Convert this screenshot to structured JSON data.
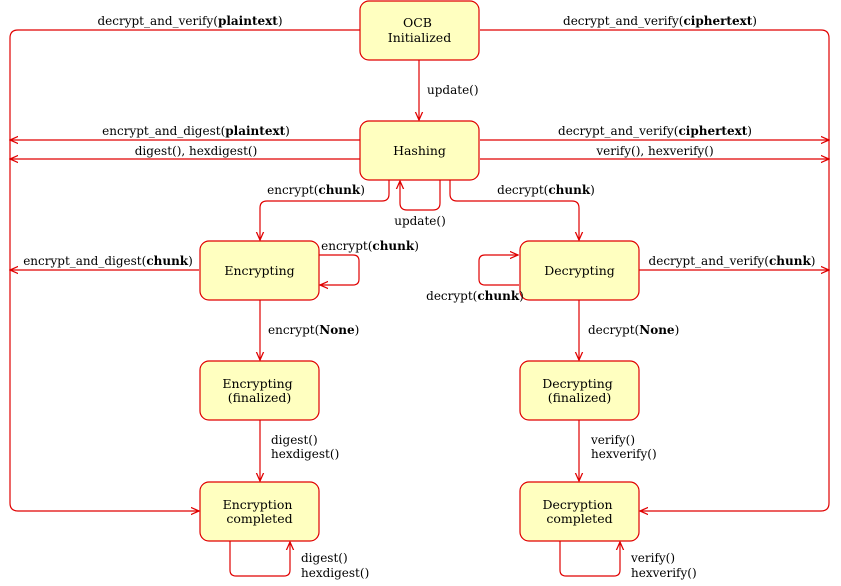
{
  "nodes": {
    "ocb_initialized": [
      "OCB",
      "Initialized"
    ],
    "hashing": [
      "Hashing"
    ],
    "encrypting": [
      "Encrypting"
    ],
    "decrypting": [
      "Decrypting"
    ],
    "encrypting_finalized": [
      "Encrypting",
      "(finalized)"
    ],
    "decrypting_finalized": [
      "Decrypting",
      "(finalized)"
    ],
    "encryption_completed": [
      "Encryption",
      "completed"
    ],
    "decryption_completed": [
      "Decryption",
      "completed"
    ]
  },
  "edges": {
    "top_left": {
      "pre": "decrypt_and_verify(",
      "bold": "plaintext",
      "post": ")"
    },
    "top_right": {
      "pre": "decrypt_and_verify(",
      "bold": "ciphertext",
      "post": ")"
    },
    "init_to_hash": "update()",
    "hash_left_1": {
      "pre": "encrypt_and_digest(",
      "bold": "plaintext",
      "post": ")"
    },
    "hash_left_2": "digest(), hexdigest()",
    "hash_right_1": {
      "pre": "decrypt_and_verify(",
      "bold": "ciphertext",
      "post": ")"
    },
    "hash_right_2": "verify(), hexverify()",
    "hash_to_enc": {
      "pre": "encrypt(",
      "bold": "chunk",
      "post": ")"
    },
    "hash_to_dec": {
      "pre": "decrypt(",
      "bold": "chunk",
      "post": ")"
    },
    "hash_loop": "update()",
    "enc_loop": {
      "pre": "encrypt(",
      "bold": "chunk",
      "post": ")"
    },
    "enc_left": {
      "pre": "encrypt_and_digest(",
      "bold": "chunk",
      "post": ")"
    },
    "dec_loop": {
      "pre": "decrypt(",
      "bold": "chunk",
      "post": ")"
    },
    "dec_right": {
      "pre": "decrypt_and_verify(",
      "bold": "chunk",
      "post": ")"
    },
    "enc_to_final": {
      "pre": "encrypt(",
      "bold": "None",
      "post": ")"
    },
    "dec_to_final": {
      "pre": "decrypt(",
      "bold": "None",
      "post": ")"
    },
    "encf_to_done": [
      "digest()",
      "hexdigest()"
    ],
    "decf_to_done": [
      "verify()",
      "hexverify()"
    ],
    "enc_done_loop": [
      "digest()",
      "hexdigest()"
    ],
    "dec_done_loop": [
      "verify()",
      "hexverify()"
    ]
  },
  "colors": {
    "node_fill": "#ffffc0",
    "line": "#e00000"
  }
}
